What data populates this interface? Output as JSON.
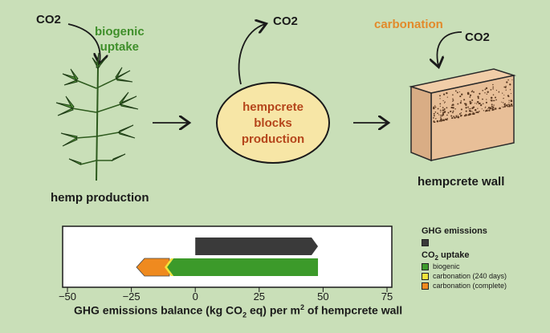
{
  "top": {
    "co2_in_left": "CO2",
    "biogenic_uptake": [
      "biogenic",
      "uptake"
    ],
    "co2_out_middle": "CO2",
    "carbonation": "carbonation",
    "co2_in_right": "CO2"
  },
  "stages": {
    "hemp": "hemp production",
    "blocks": [
      "hempcrete",
      "blocks",
      "production"
    ],
    "wall": "hempcrete wall"
  },
  "chart_data": {
    "type": "bar",
    "orientation": "horizontal",
    "xlabel": "GHG emissions balance (kg CO2 eq) per m² of hempcrete wall",
    "xlim": [
      -50,
      75
    ],
    "xticks": [
      -50,
      -25,
      0,
      25,
      50,
      75
    ],
    "series": [
      {
        "name": "GHG emissions",
        "start": 0,
        "end": 48,
        "color": "#3a3a3a"
      },
      {
        "name": "biogenic",
        "start": -11,
        "end": 48,
        "color": "#3c9a2a"
      },
      {
        "name": "carbonation (240 days)",
        "start": -12,
        "end": -11,
        "color": "#f2e43a"
      },
      {
        "name": "carbonation (complete)",
        "start": -23,
        "end": -12,
        "color": "#ef8a1f"
      }
    ]
  },
  "legend": {
    "ghg_header": "GHG emissions",
    "uptake_header": "CO2 uptake",
    "items": [
      {
        "label": "biogenic",
        "color": "#3c9a2a"
      },
      {
        "label": "carbonation (240 days)",
        "color": "#f2e43a"
      },
      {
        "label": "carbonation (complete)",
        "color": "#ef8a1f"
      }
    ],
    "ghg_color": "#3a3a3a"
  }
}
